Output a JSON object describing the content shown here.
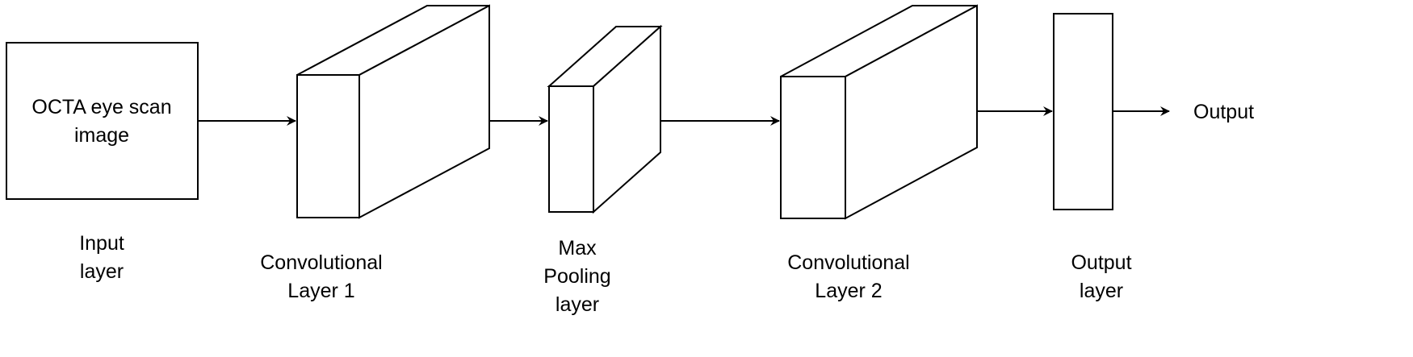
{
  "diagram": {
    "nodes": [
      {
        "id": "input",
        "inner_lines": [
          "OCTA eye scan",
          "image"
        ],
        "caption_lines": [
          "Input",
          "layer"
        ]
      },
      {
        "id": "conv1",
        "caption_lines": [
          "Convolutional",
          "Layer 1"
        ]
      },
      {
        "id": "pool",
        "caption_lines": [
          "Max",
          "Pooling",
          "layer"
        ]
      },
      {
        "id": "conv2",
        "caption_lines": [
          "Convolutional",
          "Layer 2"
        ]
      },
      {
        "id": "output_layer",
        "caption_lines": [
          "Output",
          "layer"
        ]
      }
    ],
    "output_label": "Output",
    "edges": [
      {
        "from": "input",
        "to": "conv1"
      },
      {
        "from": "conv1",
        "to": "pool"
      },
      {
        "from": "pool",
        "to": "conv2"
      },
      {
        "from": "conv2",
        "to": "output_layer"
      },
      {
        "from": "output_layer",
        "to": "output"
      }
    ]
  }
}
